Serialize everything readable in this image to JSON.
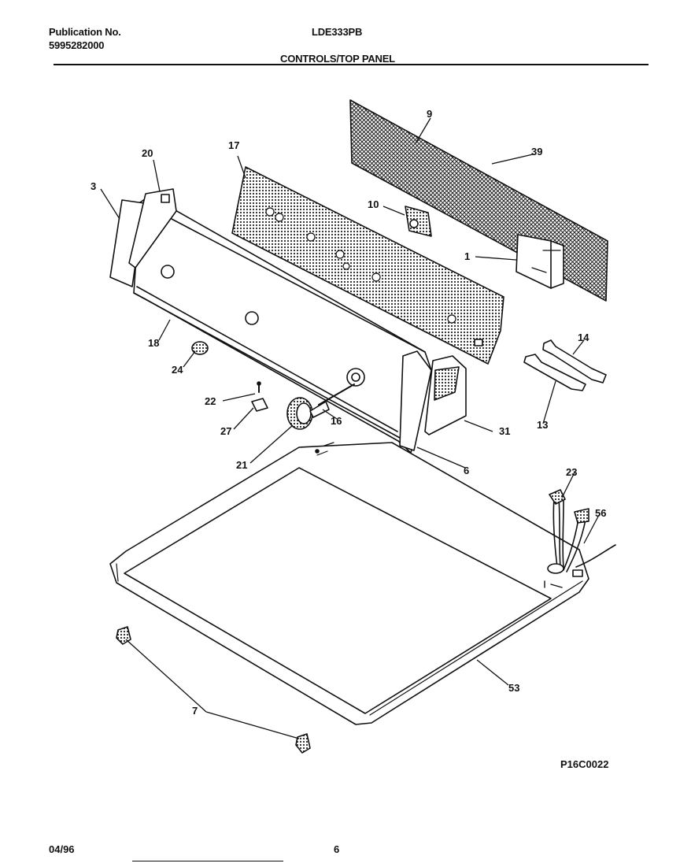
{
  "header": {
    "publication_label": "Publication No.",
    "publication_number": "5995282000",
    "model": "LDE333PB",
    "section_title": "CONTROLS/TOP PANEL"
  },
  "callouts": {
    "c1": "1",
    "c3": "3",
    "c6": "6",
    "c7": "7",
    "c9": "9",
    "c10": "10",
    "c13": "13",
    "c14": "14",
    "c16": "16",
    "c17": "17",
    "c18": "18",
    "c20": "20",
    "c21": "21",
    "c22": "22",
    "c23": "23",
    "c24": "24",
    "c27": "27",
    "c31": "31",
    "c39": "39",
    "c53": "53",
    "c56": "56"
  },
  "figure_code": "P16C0022",
  "footer": {
    "date": "04/96",
    "page": "6"
  }
}
